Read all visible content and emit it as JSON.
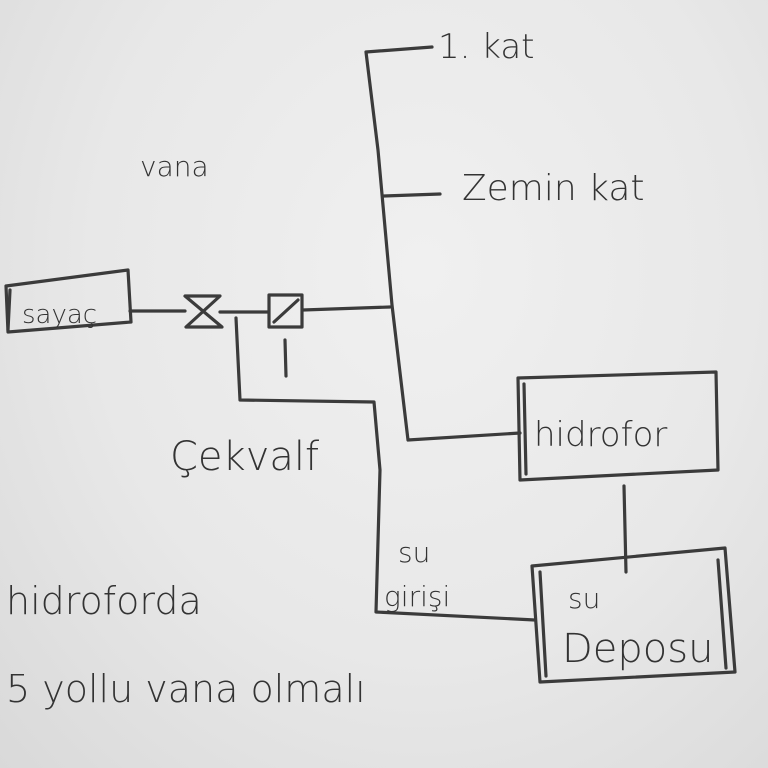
{
  "labels": {
    "floor1": "1. kat",
    "ground_floor": "Zemin kat",
    "valve": "vana",
    "meter": "sayaç",
    "hydrophore": "hidrofor",
    "check_valve": "Çekvalf",
    "water_inlet_1": "su",
    "water_inlet_2": "girişi",
    "tank_1": "su",
    "tank_2": "Deposu",
    "note_line1": "hidroforda",
    "note_line2": "5 yollu vana olmalı"
  },
  "colors": {
    "ink": "#3b3b3b",
    "paper": "#ebebeb"
  }
}
